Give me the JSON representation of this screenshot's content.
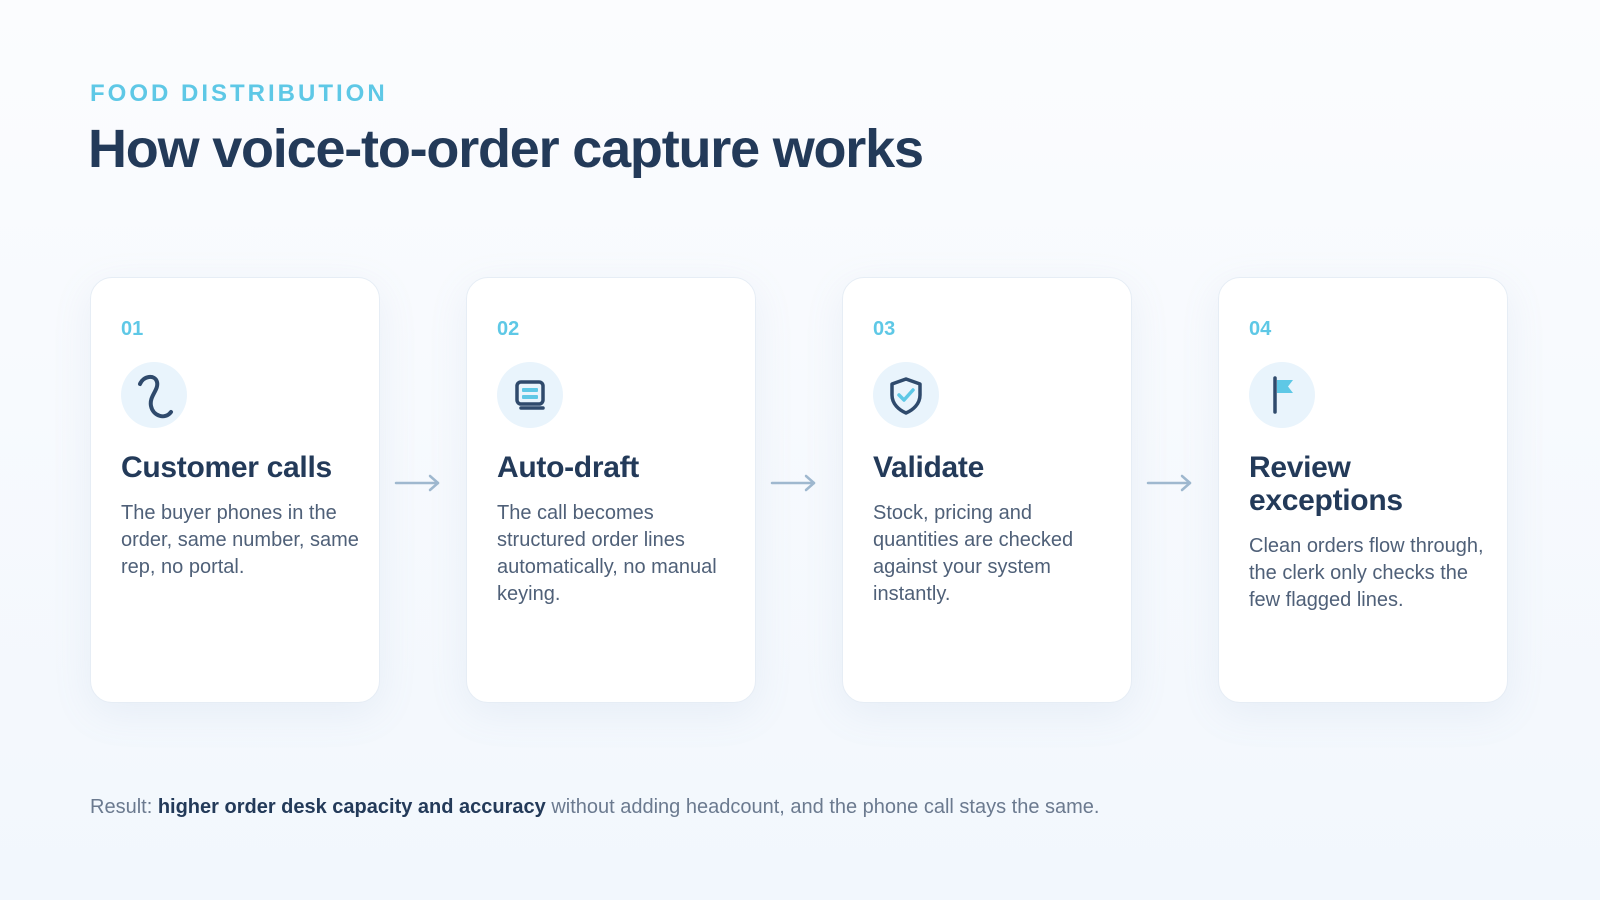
{
  "header": {
    "eyebrow": "FOOD DISTRIBUTION",
    "title": "How voice-to-order capture works"
  },
  "steps": [
    {
      "number": "01",
      "icon": "phone-cord-icon",
      "title": "Customer calls",
      "description": "The buyer phones in the order, same number, same rep, no portal."
    },
    {
      "number": "02",
      "icon": "document-screen-icon",
      "title": "Auto-draft",
      "description": "The call becomes structured order lines automatically, no manual keying."
    },
    {
      "number": "03",
      "icon": "shield-check-icon",
      "title": "Validate",
      "description": "Stock, pricing and quantities are checked against your system instantly."
    },
    {
      "number": "04",
      "icon": "flag-icon",
      "title": "Review exceptions",
      "description": "Clean orders flow through, the clerk only checks the few flagged lines."
    }
  ],
  "footer": {
    "prefix": "Result: ",
    "highlight": "higher order desk capacity and accuracy",
    "suffix": " without adding headcount, and the phone call stays the same."
  },
  "colors": {
    "accent": "#5ec8e6",
    "heading": "#233a59",
    "body_text": "#4f6078",
    "icon_bg": "#e9f4fc",
    "arrow": "#9fb8cf"
  }
}
